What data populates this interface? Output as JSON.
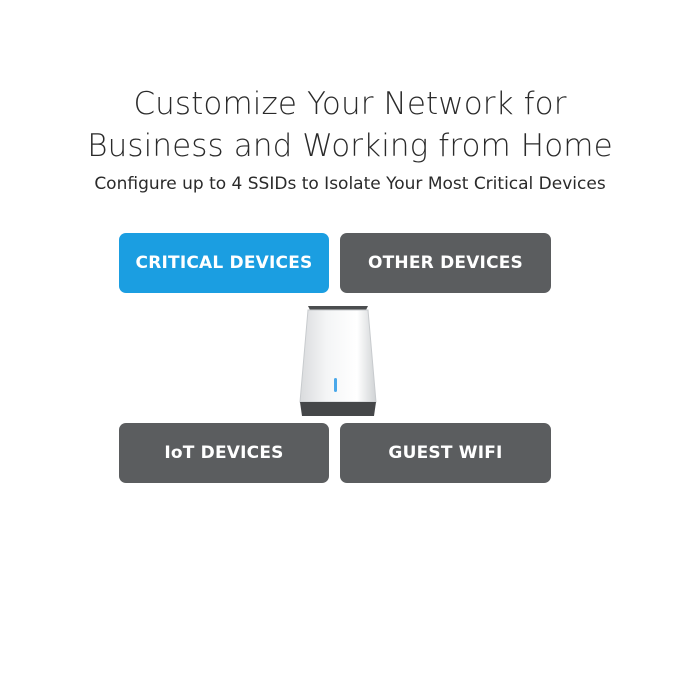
{
  "header": {
    "title_line1": "Customize Your Network for",
    "title_line2": "Business and Working from Home",
    "subtitle": "Configure up to 4 SSIDs to Isolate Your Most Critical Devices"
  },
  "network_groups": [
    {
      "label": "CRITICAL DEVICES",
      "color": "#1b9ee1"
    },
    {
      "label": "OTHER DEVICES",
      "color": "#5b5d5f"
    },
    {
      "label": "IoT DEVICES",
      "color": "#5b5d5f"
    },
    {
      "label": "GUEST WIFI",
      "color": "#5b5d5f"
    }
  ],
  "router": {
    "icon": "mesh-router-icon",
    "body_color": "#f4f5f6",
    "base_color": "#454749",
    "led_color": "#4aa8ea"
  }
}
